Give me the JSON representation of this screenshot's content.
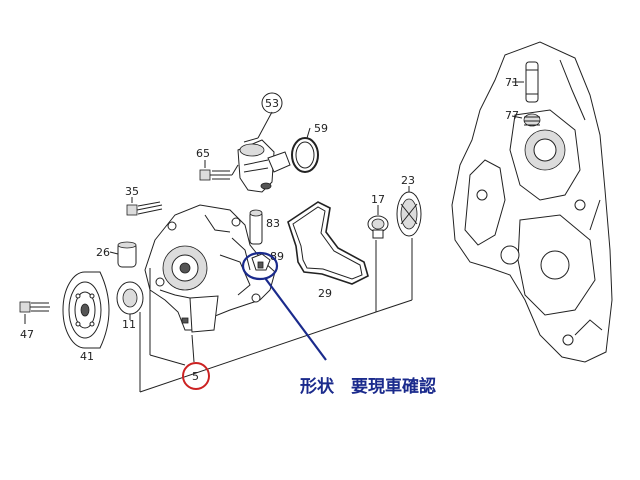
{
  "callouts": {
    "c5": "5",
    "c11": "11",
    "c17": "17",
    "c23": "23",
    "c26": "26",
    "c29": "29",
    "c35": "35",
    "c41": "41",
    "c47": "47",
    "c53": "53",
    "c59": "59",
    "c65": "65",
    "c71": "71",
    "c77": "77",
    "c83": "83",
    "c89": "89"
  },
  "annotation": {
    "note": "形状　要現車確認",
    "circle_color": "#cc2222",
    "note_color": "#1a2a8c"
  }
}
